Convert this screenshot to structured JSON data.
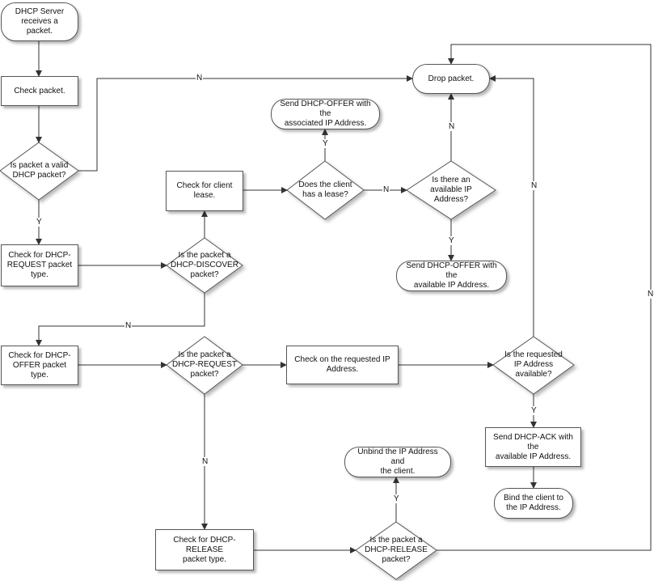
{
  "nodes": {
    "start": [
      "DHCP Server",
      "receives a packet."
    ],
    "check_packet": [
      "Check packet."
    ],
    "is_valid": [
      "Is packet a valid",
      "DHCP packet?"
    ],
    "check_request_type": [
      "Check for DHCP-",
      "REQUEST packet",
      "type."
    ],
    "is_discover": [
      "Is the packet a",
      "DHCP-DISCOVER",
      "packet?"
    ],
    "check_client_lease": [
      "Check for client",
      "lease."
    ],
    "has_lease": [
      "Does the client",
      "has a lease?"
    ],
    "send_offer_associated": [
      "Send DHCP-OFFER with the",
      "associated IP Address."
    ],
    "drop_packet": [
      "Drop packet."
    ],
    "ip_available": [
      "Is there an",
      "available IP",
      "Address?"
    ],
    "send_offer_available": [
      "Send DHCP-OFFER with the",
      "available IP Address."
    ],
    "check_offer_type": [
      "Check for DHCP-",
      "OFFER packet type."
    ],
    "is_request": [
      "Is the packet a",
      "DHCP-REQUEST",
      "packet?"
    ],
    "check_requested_ip": [
      "Check on the requested IP",
      "Address."
    ],
    "requested_available": [
      "Is the requested",
      "IP Address",
      "available?"
    ],
    "send_ack": [
      "Send DHCP-ACK with the",
      "available IP Address."
    ],
    "bind_client": [
      "Bind the client to",
      "the IP Address."
    ],
    "check_release_type": [
      "Check for DHCP-RELEASE",
      "packet type."
    ],
    "is_release": [
      "Is the packet a",
      "DHCP-RELEASE",
      "packet?"
    ],
    "unbind": [
      "Unbind the IP Address and",
      "the client."
    ]
  },
  "edge_labels": {
    "valid_no": "N",
    "valid_yes": "Y",
    "discover_no": "N",
    "lease_yes": "Y",
    "lease_no": "N",
    "avail_no": "N",
    "avail_yes": "Y",
    "request_no": "N",
    "req_avail_no": "N",
    "req_avail_yes": "Y",
    "release_yes": "Y",
    "release_no": "N"
  }
}
